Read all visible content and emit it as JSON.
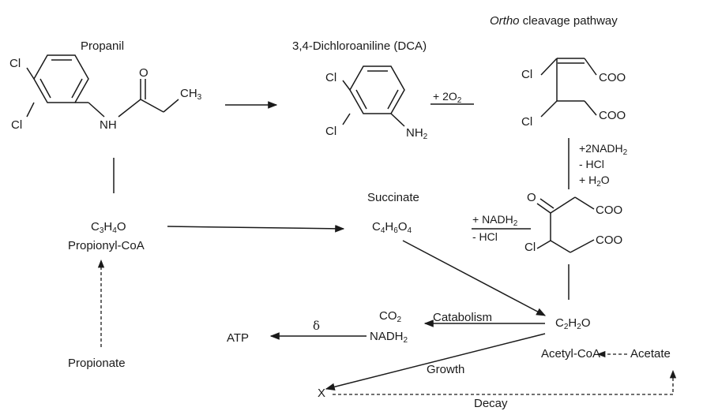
{
  "headers": {
    "ortho_pathway": "Ortho cleavage pathway",
    "ortho_italic": "Ortho",
    "ortho_rest": " cleavage pathway",
    "propanil": "Propanil",
    "dca": "3,4-Dichloroaniline (DCA)",
    "succinate": "Succinate"
  },
  "atoms": {
    "cl": "Cl",
    "nh": "NH",
    "ch3": "CH",
    "ch3_sub": "3",
    "o": "O",
    "nh2": "NH",
    "nh2_sub": "2",
    "coo": "COO"
  },
  "reagents": {
    "o2": "+ 2O",
    "o2_sub": "2",
    "nadh_step": [
      "+2NADH",
      "- HCl",
      "+ H"
    ],
    "nadh_step_subs": [
      "2",
      "",
      "2"
    ],
    "nadh_step_tail": [
      "",
      "",
      "O"
    ],
    "nadh_left_1": "+ NADH",
    "nadh_left_1_sub": "2",
    "nadh_left_2": "- HCl"
  },
  "compounds": {
    "c3h4o": {
      "formula": [
        "C",
        "3",
        "H",
        "4",
        "O"
      ],
      "name": "Propionyl-CoA"
    },
    "c4h6o4": {
      "formula": [
        "C",
        "4",
        "H",
        "6",
        "O",
        "4"
      ]
    },
    "c2h2o": {
      "formula": [
        "C",
        "2",
        "H",
        "2",
        "O"
      ],
      "name": "Acetyl-CoA"
    },
    "co2": {
      "formula": [
        "CO",
        "2"
      ]
    },
    "nadh2": {
      "formula": [
        "NADH",
        "2"
      ]
    },
    "atp": "ATP",
    "propionate": "Propionate",
    "acetate": "Acetate",
    "x": "X"
  },
  "edge_labels": {
    "catabolism": "Catabolism",
    "delta": "δ",
    "growth": "Growth",
    "decay": "Decay"
  }
}
